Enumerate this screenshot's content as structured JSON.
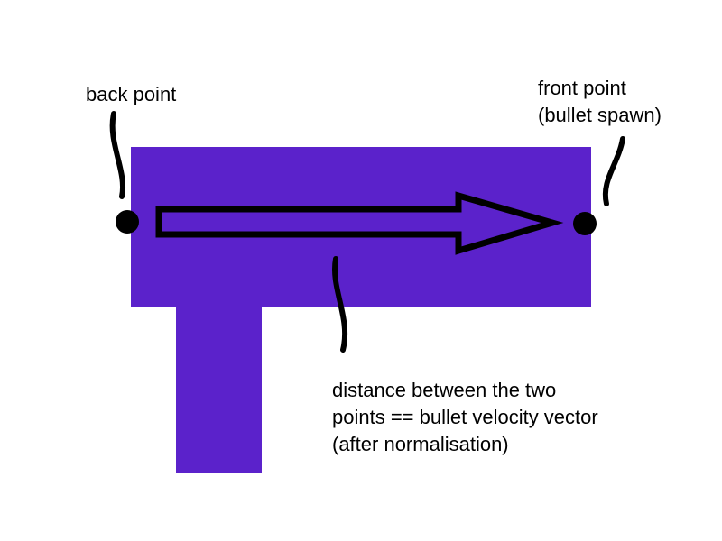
{
  "diagram": {
    "labels": {
      "back_point": "back point",
      "front_point_line1": "front point",
      "front_point_line2": "(bullet spawn)",
      "distance_line1": "distance between the two",
      "distance_line2": "points == bullet velocity vector",
      "distance_line3": "(after normalisation)"
    },
    "colors": {
      "gun_body": "#5b22cb",
      "ink": "#000000",
      "background": "#ffffff"
    }
  }
}
